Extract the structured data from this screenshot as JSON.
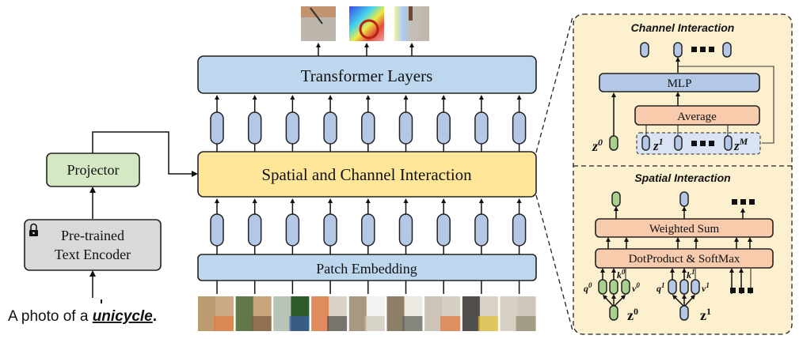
{
  "diagram": {
    "input_text": {
      "prefix": "A photo of a ",
      "emphasis": "unicycle",
      "suffix": "."
    },
    "text_encoder": {
      "line1": "Pre-trained",
      "line2": "Text Encoder",
      "icon": "lock-icon"
    },
    "projector": {
      "label": "Projector"
    },
    "patch_embedding": {
      "label": "Patch Embedding"
    },
    "interaction": {
      "label": "Spatial and Channel Interaction"
    },
    "transformer": {
      "label": "Transformer Layers"
    },
    "input_patch_count": 9,
    "output_patch_count": 3,
    "output_heatmap_patches": [
      "patch-2",
      "patch-3"
    ],
    "colors": {
      "blue_box": "#bdd7ee",
      "token_blue": "#b4c7e7",
      "token_green": "#a9d18e",
      "projector_green": "#d5e8c4",
      "encoder_gray": "#d9d9d9",
      "interaction_yellow": "#ffe699",
      "panel_bg": "#fdf0cf",
      "salmon": "#f8cbad",
      "mlp_blue": "#b4c7e7",
      "z_group_bg": "#dae3f3"
    },
    "channel_panel": {
      "title": "Channel Interaction",
      "mlp": "MLP",
      "average": "Average",
      "z0": "z",
      "z0_sup": "0",
      "z1": "z",
      "z1_sup": "1",
      "zM": "z",
      "zM_sup": "M"
    },
    "spatial_panel": {
      "title": "Spatial Interaction",
      "weighted_sum": "Weighted Sum",
      "dot_softmax": "DotProduct & SoftMax",
      "q0": "q",
      "q0_sup": "0",
      "k0": "k",
      "k0_sup": "0",
      "v0": "v",
      "v0_sup": "0",
      "q1": "q",
      "q1_sup": "1",
      "k1": "k",
      "k1_sup": "1",
      "v1": "v",
      "v1_sup": "1",
      "z0": "z",
      "z0_sup": "0",
      "z1": "z",
      "z1_sup": "1"
    }
  }
}
